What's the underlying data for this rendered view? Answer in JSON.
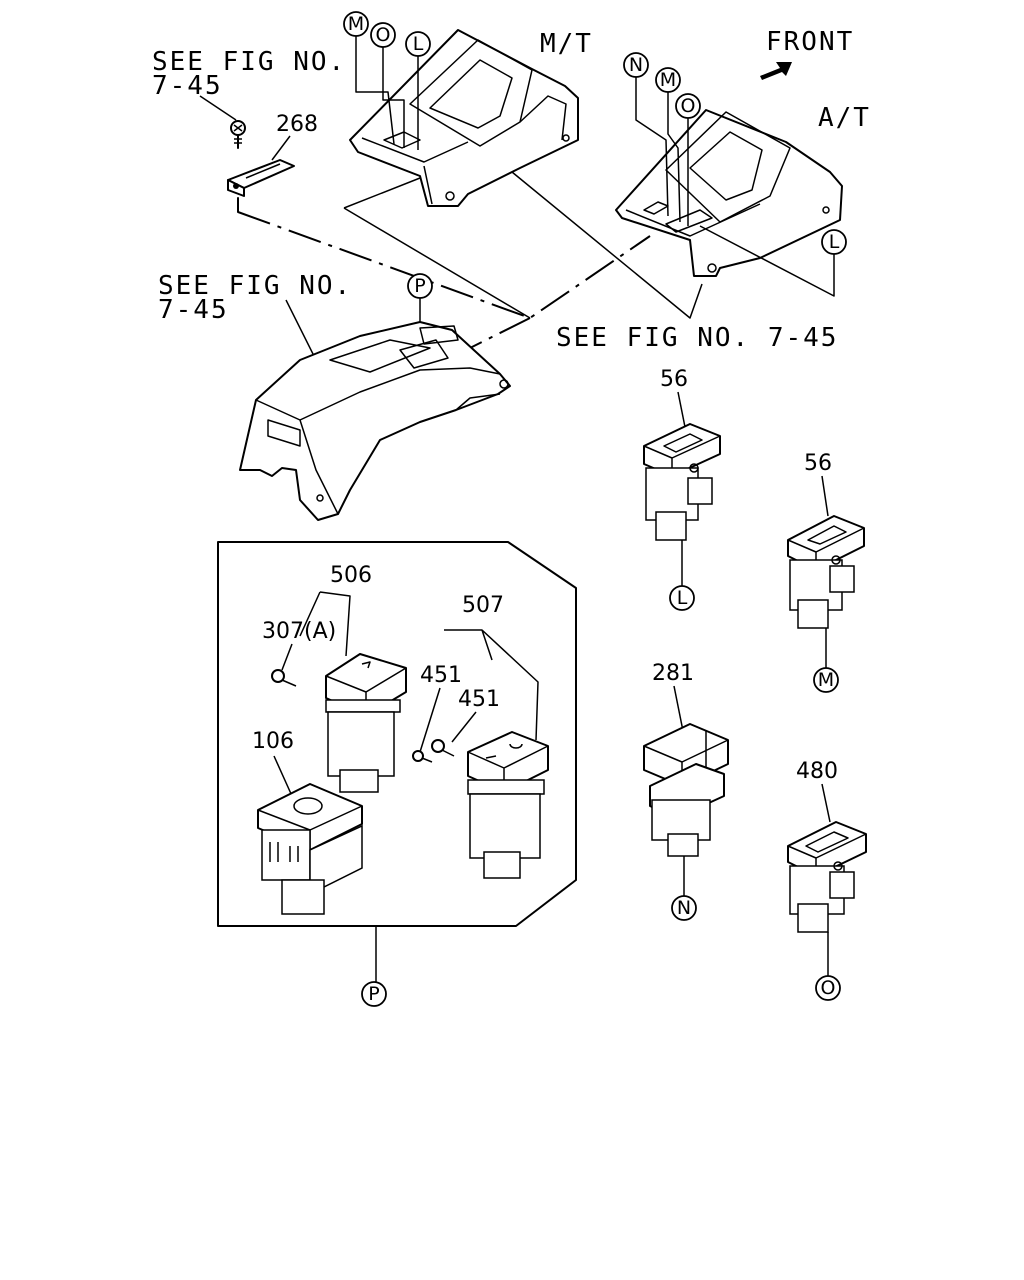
{
  "labels": {
    "see_fig_top": "SEE FIG NO.",
    "see_fig_top_2": "7-45",
    "see_fig_mid": "SEE FIG NO.",
    "see_fig_mid_2": "7-45",
    "see_fig_right": "SEE FIG NO. 7-45",
    "mt": "M/T",
    "at": "A/T",
    "front": "FRONT"
  },
  "part_numbers": {
    "p268": "268",
    "p56_a": "56",
    "p56_b": "56",
    "p506": "506",
    "p507": "507",
    "p307a": "307(A)",
    "p451_a": "451",
    "p451_b": "451",
    "p106": "106",
    "p281": "281",
    "p480": "480"
  },
  "callouts": {
    "mt_m": "M",
    "mt_o": "O",
    "mt_l": "L",
    "at_n": "N",
    "at_m": "M",
    "at_o": "O",
    "at_l": "L",
    "console_p": "P",
    "sw_l": "L",
    "sw_m": "M",
    "sw_n": "N",
    "sw_o": "O",
    "box_p": "P"
  }
}
